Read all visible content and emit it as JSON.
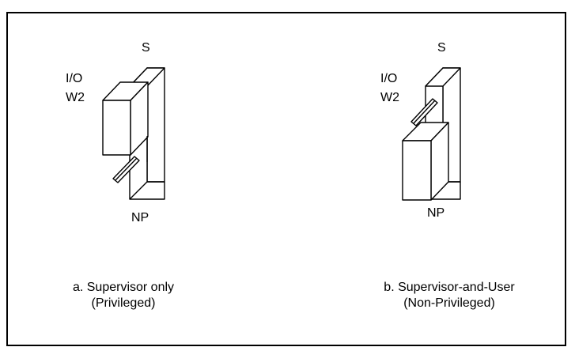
{
  "figure": {
    "panel_a": {
      "label_top": "S",
      "label_io": "I/O",
      "label_w2": "W2",
      "label_bottom": "NP",
      "caption_line1": "a. Supervisor only",
      "caption_line2": "(Privileged)"
    },
    "panel_b": {
      "label_top": "S",
      "label_io": "I/O",
      "label_w2": "W2",
      "label_bottom": "NP",
      "caption_line1": "b. Supervisor-and-User",
      "caption_line2": "(Non-Privileged)"
    }
  }
}
